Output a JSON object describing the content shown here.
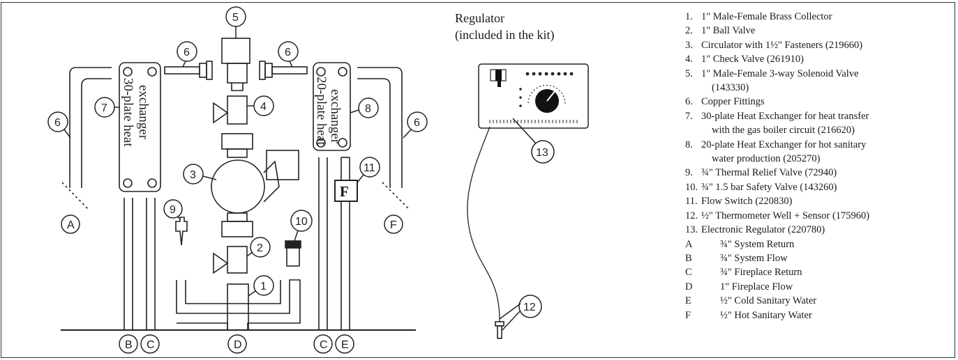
{
  "regulator": {
    "title_line1": "Regulator",
    "title_line2": "(included in the kit)"
  },
  "exchangers": {
    "left_label_line1": "30-plate heat",
    "left_label_line2": "exchanger",
    "right_label_line1": "20-plate heat",
    "right_label_line2": "exchanger"
  },
  "callouts": {
    "c1": "1",
    "c2": "2",
    "c3": "3",
    "c4": "4",
    "c5": "5",
    "c6": "6",
    "c7": "7",
    "c8": "8",
    "c9": "9",
    "c10": "10",
    "c11": "11",
    "c12": "12",
    "c13": "13"
  },
  "flow_switch_letter": "F",
  "ports": {
    "A": "A",
    "B": "B",
    "C": "C",
    "D": "D",
    "E": "E",
    "F": "F"
  },
  "legend": [
    {
      "key": "1.",
      "text": "1\" Male-Female Brass Collector"
    },
    {
      "key": "2.",
      "text": "1\" Ball Valve"
    },
    {
      "key": "3.",
      "text": "Circulator with 1½\" Fasteners (219660)"
    },
    {
      "key": "4.",
      "text": "1\" Check Valve (261910)"
    },
    {
      "key": "5.",
      "text": "1\" Male-Female 3-way Solenoid Valve",
      "cont": "(143330)"
    },
    {
      "key": "6.",
      "text": "Copper Fittings"
    },
    {
      "key": "7.",
      "text": "30-plate Heat Exchanger for heat transfer",
      "cont": "with the gas boiler circuit (216620)"
    },
    {
      "key": "8.",
      "text": "20-plate Heat Exchanger for hot sanitary",
      "cont": "water production (205270)"
    },
    {
      "key": "9.",
      "text": "¾\" Thermal Relief Valve (72940)"
    },
    {
      "key": "10.",
      "text": "¾\" 1.5 bar Safety Valve (143260)"
    },
    {
      "key": "11.",
      "text": "Flow Switch (220830)"
    },
    {
      "key": "12.",
      "text": "½\" Thermometer Well + Sensor (175960)"
    },
    {
      "key": "13.",
      "text": "Electronic Regulator (220780)"
    },
    {
      "key": "A",
      "text": "¾\" System Return",
      "letter": true
    },
    {
      "key": "B",
      "text": "¾\" System Flow",
      "letter": true
    },
    {
      "key": "C",
      "text": "¾\" Fireplace Return",
      "letter": true
    },
    {
      "key": "D",
      "text": "1\" Fireplace Flow",
      "letter": true
    },
    {
      "key": "E",
      "text": "½\" Cold Sanitary Water",
      "letter": true
    },
    {
      "key": "F",
      "text": "½\" Hot Sanitary Water",
      "letter": true
    }
  ]
}
